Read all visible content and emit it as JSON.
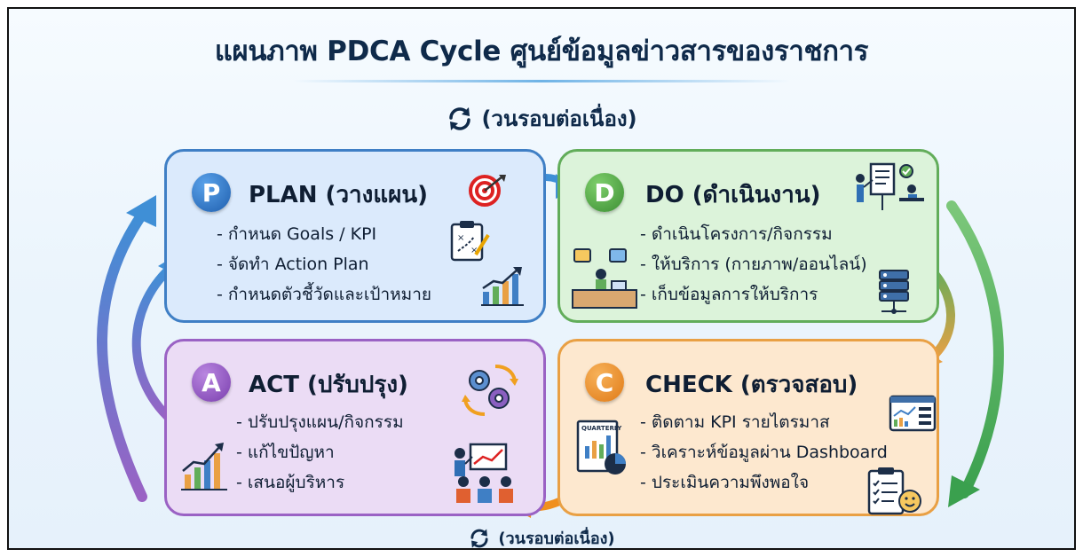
{
  "title": "แผนภาพ PDCA Cycle ศูนย์ข้อมูลข่าวสารของราชการ",
  "cycle_labels": {
    "top": "(วนรอบต่อเนื่อง)",
    "bottom": "(วนรอบต่อเนื่อง)"
  },
  "phases": {
    "plan": {
      "letter": "P",
      "title": "PLAN (วางแผน)",
      "items": [
        "- กำหนด Goals / KPI",
        "- จัดทำ Action Plan",
        "- กำหนดตัวชี้วัดและเป้าหมาย"
      ],
      "color": "#3f7fc5"
    },
    "do": {
      "letter": "D",
      "title": "DO (ดำเนินงาน)",
      "items": [
        "- ดำเนินโครงการ/กิจกรรม",
        "- ให้บริการ (กายภาพ/ออนไลน์)",
        "- เก็บข้อมูลการให้บริการ"
      ],
      "color": "#62ad5a"
    },
    "act": {
      "letter": "A",
      "title": "ACT (ปรับปรุง)",
      "items": [
        "- ปรับปรุงแผน/กิจกรรม",
        "- แก้ไขปัญหา",
        "- เสนอผู้บริหาร"
      ],
      "color": "#9a62c4"
    },
    "check": {
      "letter": "C",
      "title": "CHECK (ตรวจสอบ)",
      "items": [
        "- ติดตาม KPI รายไตรมาส",
        "- วิเคราะห์ข้อมูลผ่าน Dashboard",
        "- ประเมินความพึงพอใจ"
      ],
      "color": "#e9a044"
    }
  },
  "icon_texts": {
    "quarterly": "QUARTERLY"
  },
  "icons": [
    "target-icon",
    "clipboard-strategy-icon",
    "growth-chart-icon",
    "presentation-icon",
    "service-desk-icon",
    "server-icon",
    "gears-cycle-icon",
    "bar-chart-icon",
    "meeting-presentation-icon",
    "dashboard-icon",
    "quarterly-report-icon",
    "survey-clipboard-icon",
    "refresh-icon"
  ]
}
